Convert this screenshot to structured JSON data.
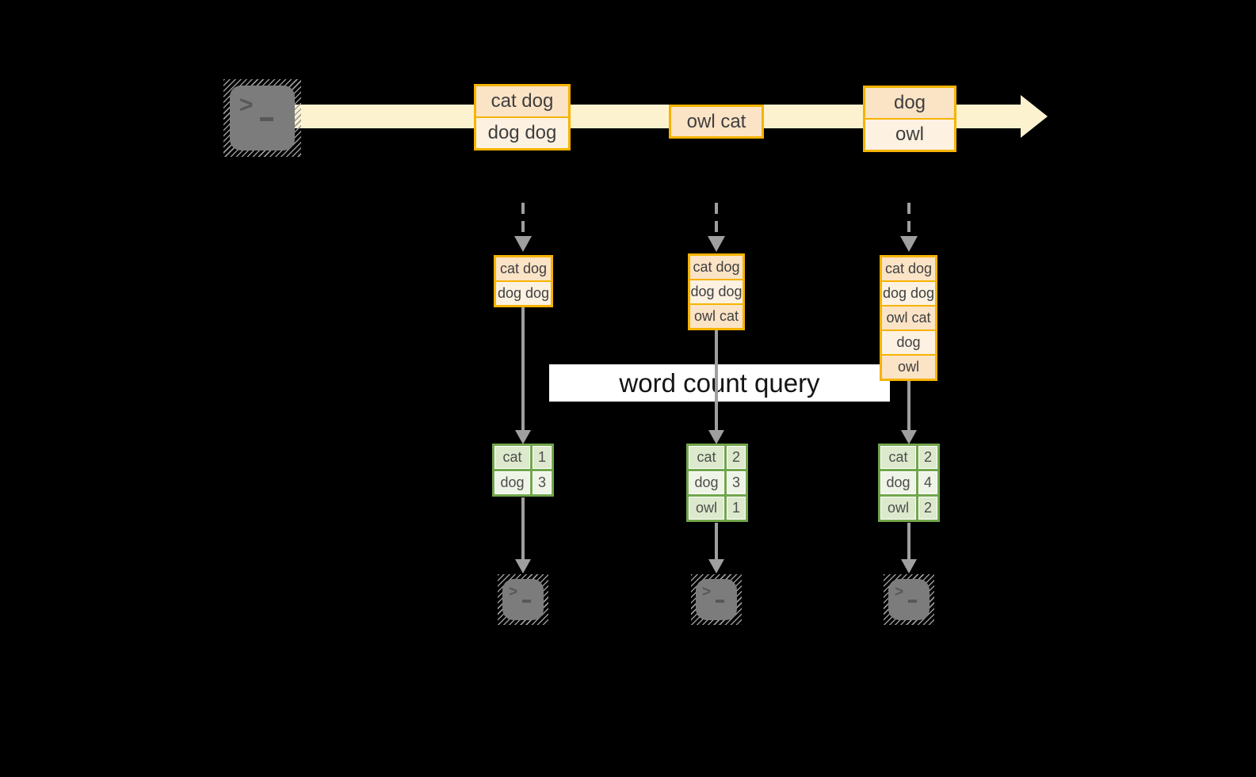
{
  "label": {
    "text": "word count query"
  },
  "stream": {
    "source_icon": "terminal-icon",
    "direction": "left-to-right",
    "batches": [
      {
        "rows": [
          "cat dog",
          "dog dog"
        ]
      },
      {
        "rows": [
          "owl cat"
        ]
      },
      {
        "rows": [
          "dog",
          "owl"
        ]
      }
    ]
  },
  "pipelines": [
    {
      "queue": [
        "cat dog",
        "dog dog"
      ],
      "counts": [
        {
          "word": "cat",
          "count": 1
        },
        {
          "word": "dog",
          "count": 3
        }
      ],
      "sink_icon": "terminal-icon"
    },
    {
      "queue": [
        "cat dog",
        "dog dog",
        "owl cat"
      ],
      "counts": [
        {
          "word": "cat",
          "count": 2
        },
        {
          "word": "dog",
          "count": 3
        },
        {
          "word": "owl",
          "count": 1
        }
      ],
      "sink_icon": "terminal-icon"
    },
    {
      "queue": [
        "cat dog",
        "dog dog",
        "owl cat",
        "dog",
        "owl"
      ],
      "counts": [
        {
          "word": "cat",
          "count": 2
        },
        {
          "word": "dog",
          "count": 4
        },
        {
          "word": "owl",
          "count": 2
        }
      ],
      "sink_icon": "terminal-icon"
    }
  ],
  "colors": {
    "background": "#000000",
    "stream_band": "#fcf2cf",
    "box_border": "#f6b300",
    "box_fill_peach": "#fbe3c6",
    "box_fill_cream": "#fdf1e1",
    "table_border": "#71a64b",
    "table_fill_sage": "#dde9cc",
    "table_fill_pale": "#eef4e6",
    "arrow_gray": "#9f9f9f",
    "terminal_gray": "#7c7c7c",
    "label_bg": "#ffffff"
  }
}
